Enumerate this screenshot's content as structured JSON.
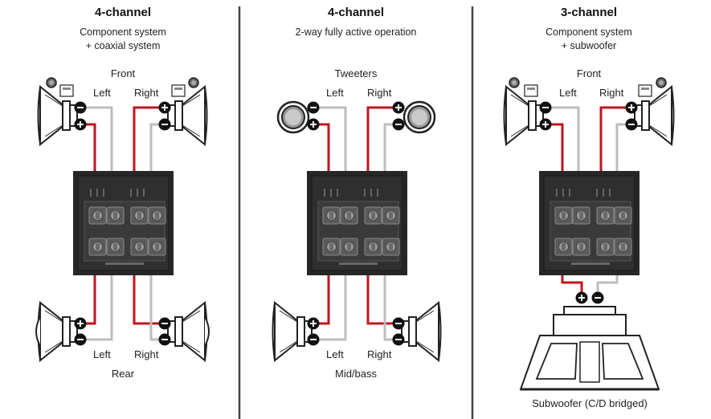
{
  "colors": {
    "positive_wire": "#c0141e",
    "negative_wire": "#bdbdbd",
    "divider": "#444444",
    "amp_body": "#2a2a2a"
  },
  "panels": [
    {
      "title": "4-channel",
      "subtitle_line1": "Component system",
      "subtitle_line2": "+ coaxial system",
      "top_group": "Front",
      "top_left": "Left",
      "top_right": "Right",
      "bottom_left": "Left",
      "bottom_right": "Right",
      "bottom_group": "Rear"
    },
    {
      "title": "4-channel",
      "subtitle_line1": "2-way fully active operation",
      "top_group": "Tweeters",
      "top_left": "Left",
      "top_right": "Right",
      "bottom_left": "Left",
      "bottom_right": "Right",
      "bottom_group": "Mid/bass"
    },
    {
      "title": "3-channel",
      "subtitle_line1": "Component system",
      "subtitle_line2": "+ subwoofer",
      "top_group": "Front",
      "top_left": "Left",
      "top_right": "Right",
      "subwoofer_label": "Subwoofer (C/D bridged)"
    }
  ],
  "icons": [
    "plus-terminal-icon",
    "minus-terminal-icon",
    "speaker-icon",
    "tweeter-icon",
    "crossover-icon",
    "subwoofer-icon",
    "amplifier-terminal-icon"
  ]
}
